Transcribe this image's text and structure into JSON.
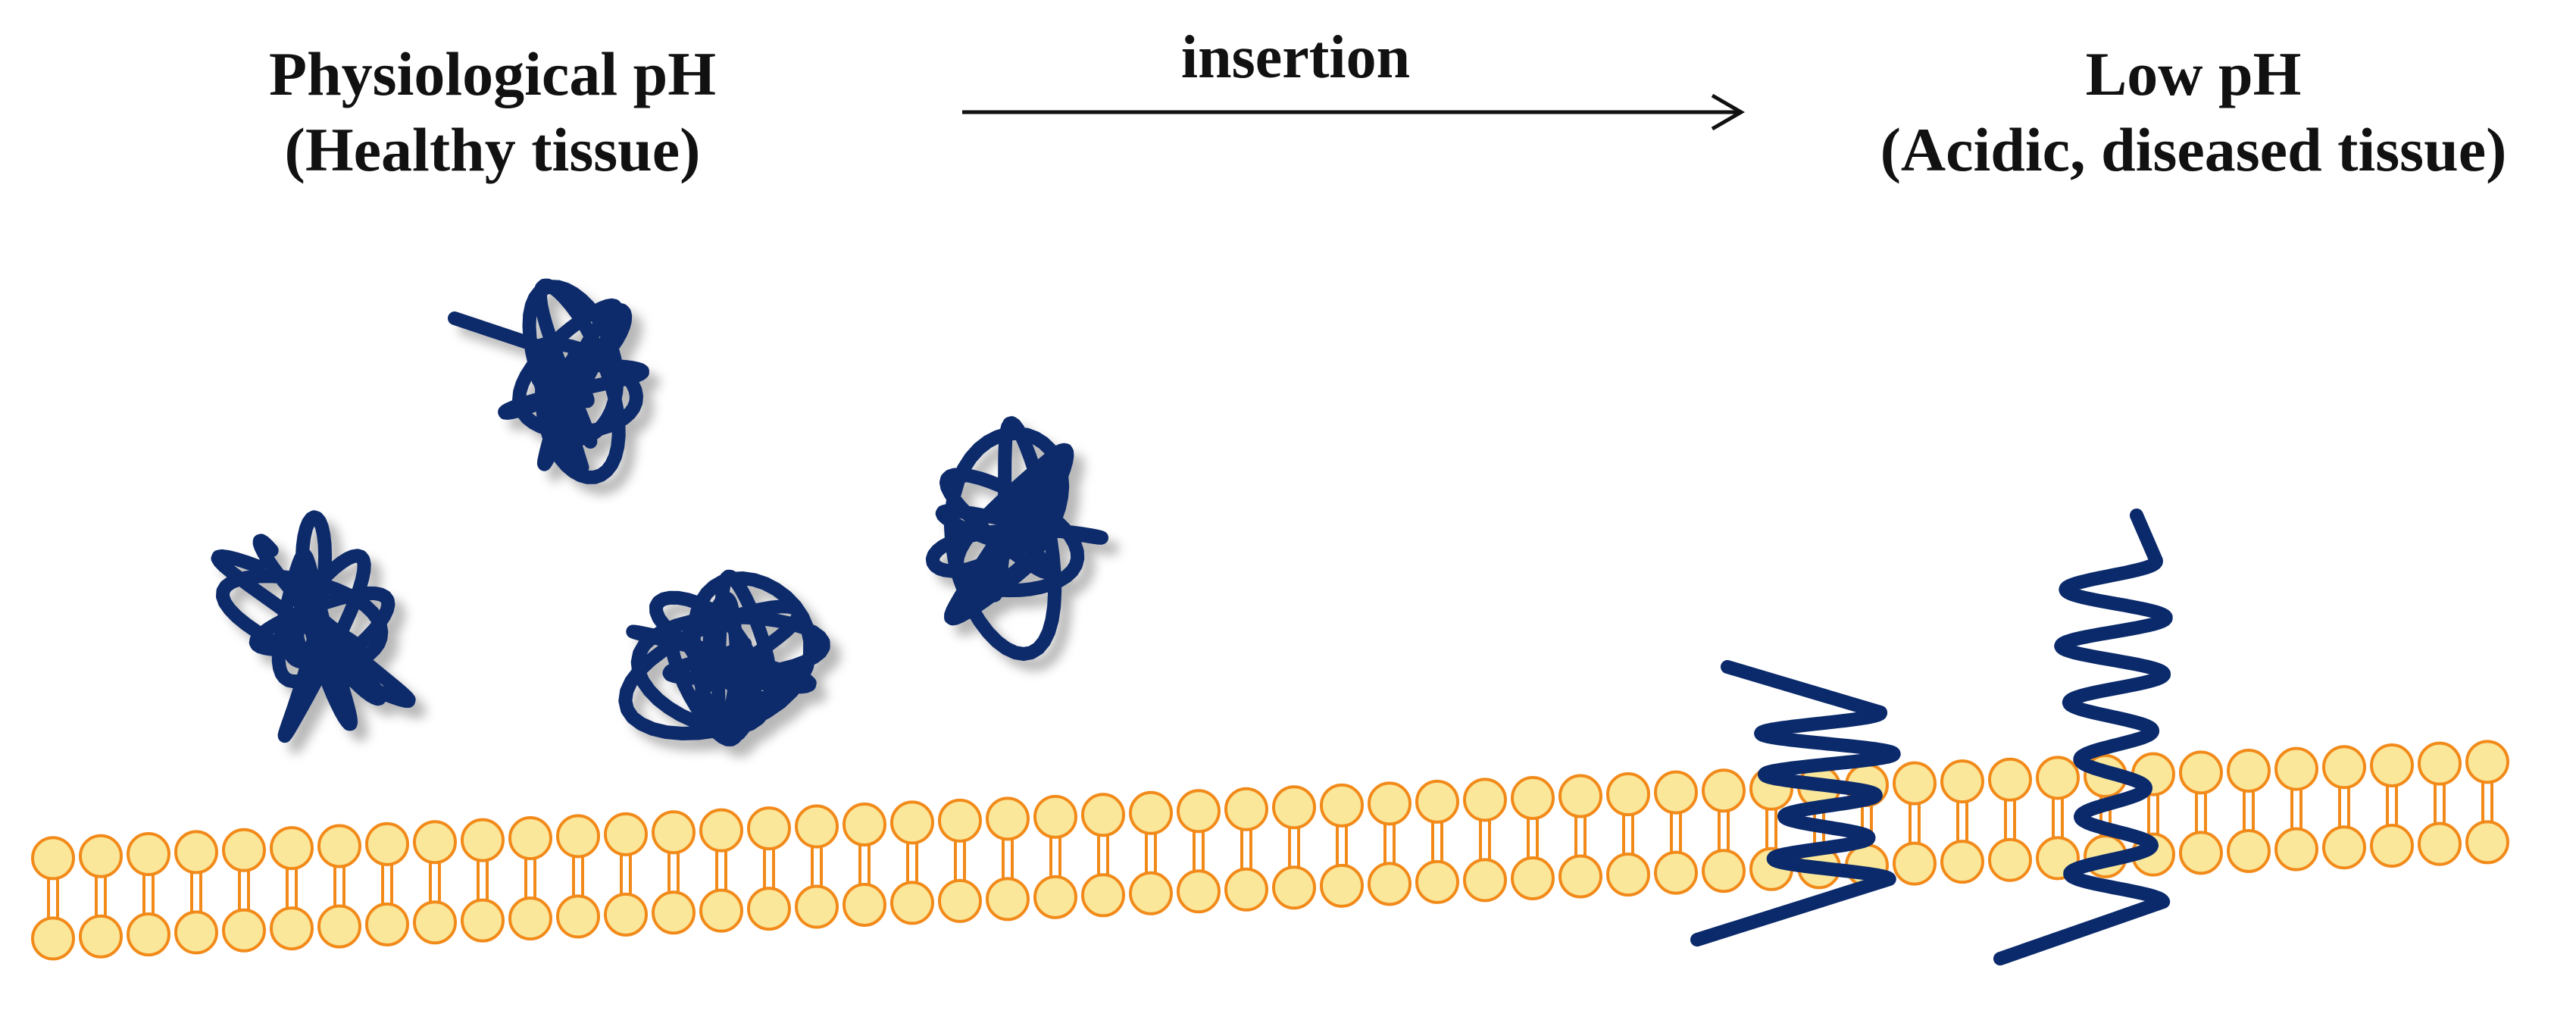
{
  "labels": {
    "left_line1": "Physiological pH",
    "left_line2": "(Healthy tissue)",
    "arrow_text": "insertion",
    "right_line1": "Low pH",
    "right_line2": "(Acidic, diseased tissue)"
  },
  "colors": {
    "peptide": "#0b2a6b",
    "lipid_head_fill": "#fae79a",
    "lipid_outline": "#f28a1a",
    "arrow": "#111111"
  },
  "diagram": {
    "coiled_peptides_count": 4,
    "inserted_helical_peptides_count": 2,
    "icons": [
      "coiled-peptide",
      "lipid-bilayer-membrane",
      "helical-peptide",
      "right-arrow"
    ]
  }
}
